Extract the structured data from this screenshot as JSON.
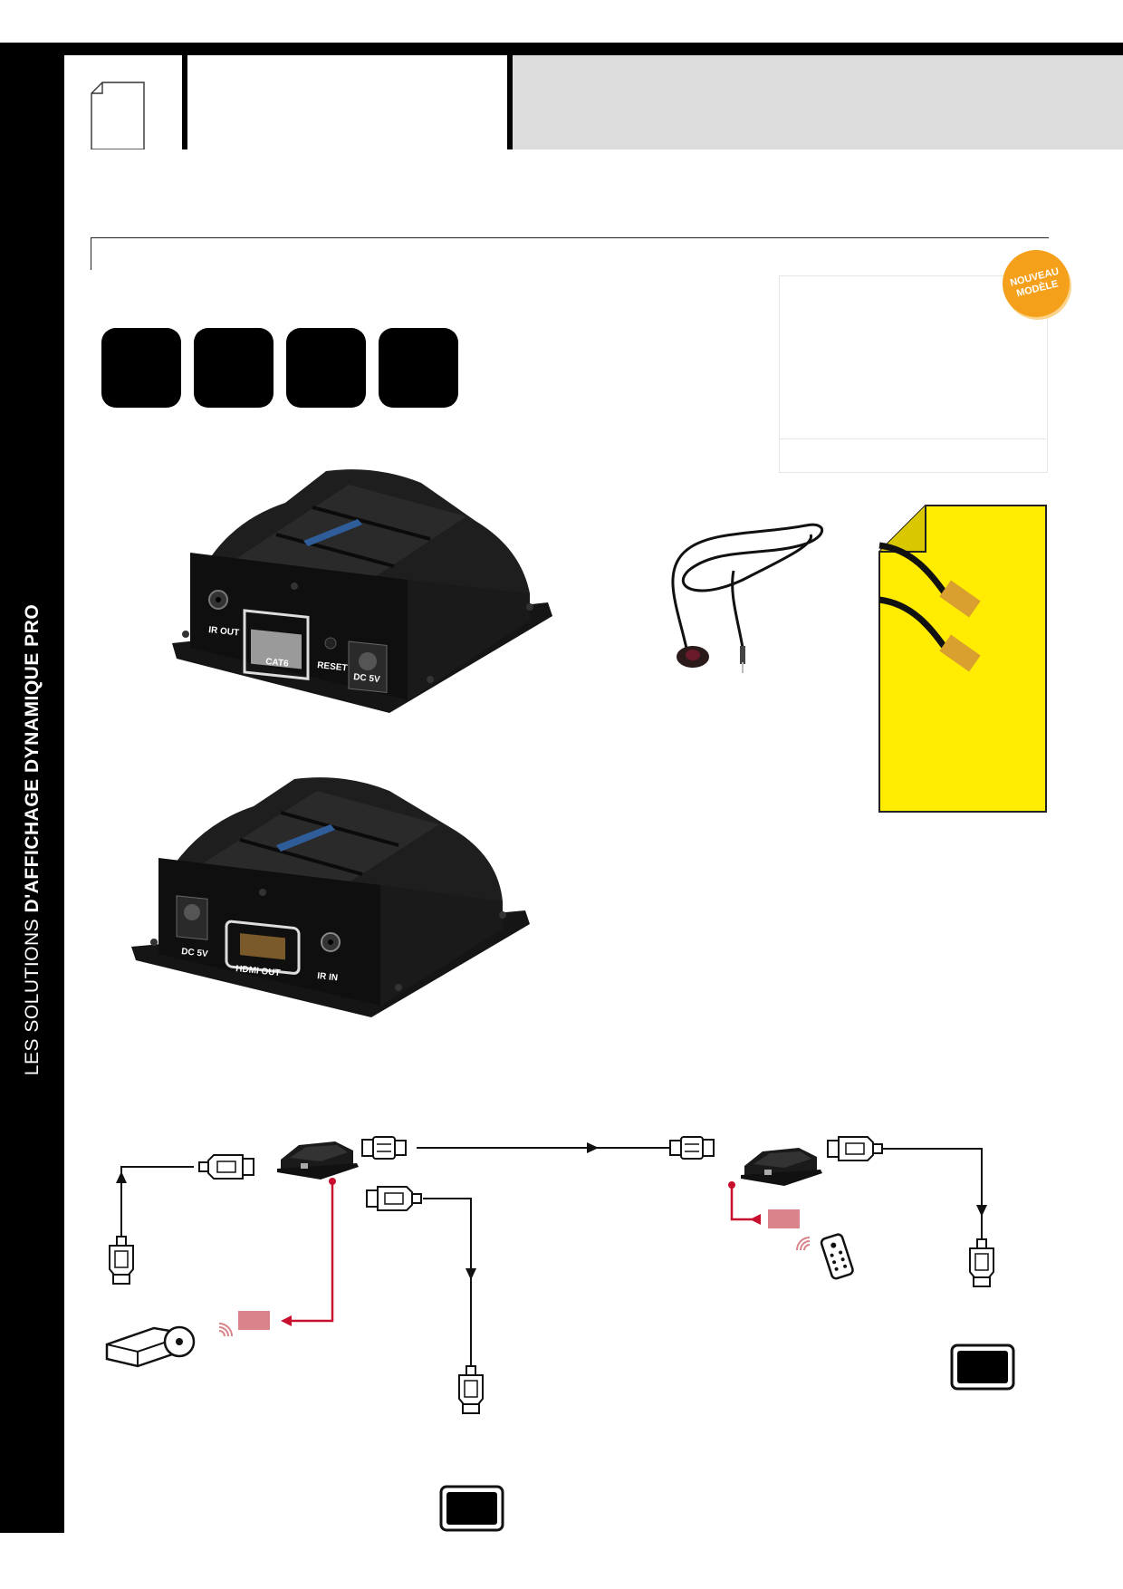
{
  "sidebar": {
    "label_light": "LES SOLUTIONS ",
    "label_bold": "D'AFFICHAGE DYNAMIQUE PRO"
  },
  "badge": {
    "line1": "NOUVEAU",
    "line2": "MODÈLE"
  },
  "transmitter_labels": {
    "ir_out": "IR OUT",
    "cat6": "CAT6",
    "reset": "RESET",
    "dc5v": "DC 5V"
  },
  "receiver_labels": {
    "dc5v": "DC 5V",
    "hdmi_out": "HDMI OUT",
    "ir_in": "IR IN"
  },
  "colors": {
    "black": "#000000",
    "grey_band": "#dcdcdc",
    "badge_orange": "#f5a01a",
    "note_yellow": "#ffec00",
    "ir_red": "#c8102e",
    "ir_block": "#d9848a"
  }
}
